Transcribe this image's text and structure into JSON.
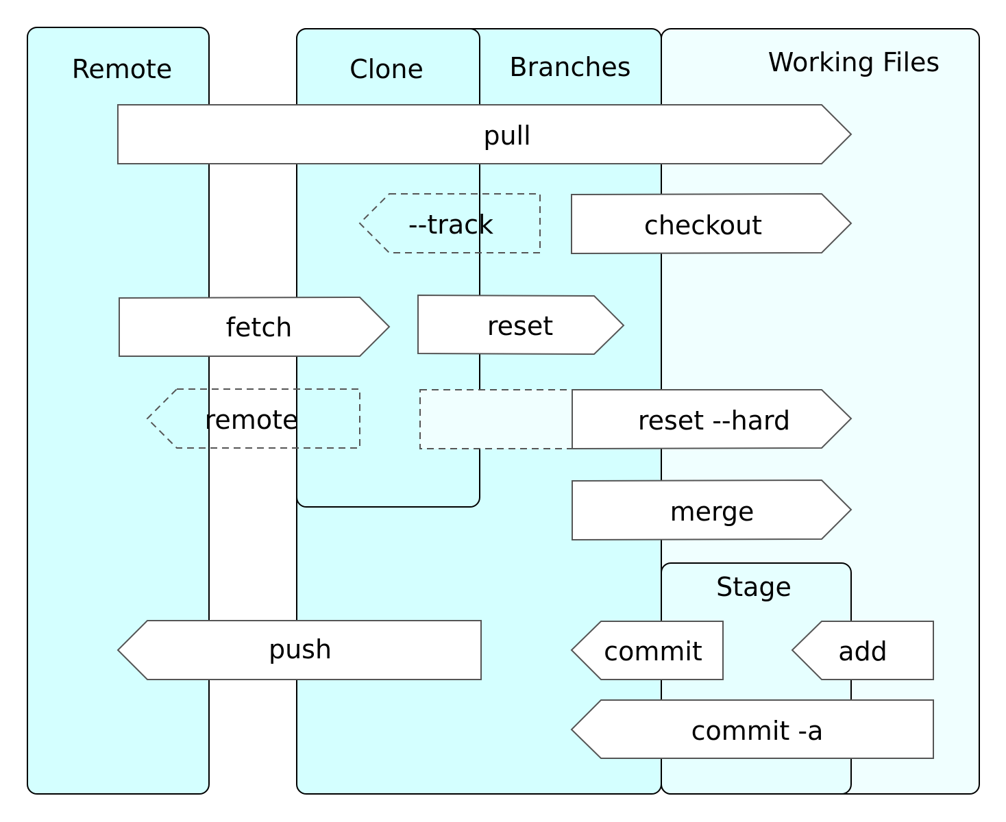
{
  "colors": {
    "lane_fill": "#d4ffff",
    "working_fill": "#f0ffff",
    "stage_fill": "#e6ffff",
    "arrow_fill": "#ffffff",
    "arrow_stroke": "#555555"
  },
  "lanes": {
    "remote": "Remote",
    "clone": "Clone",
    "branches": "Branches",
    "working_files": "Working Files",
    "stage": "Stage"
  },
  "commands": {
    "pull": "pull",
    "track": "--track",
    "checkout": "checkout",
    "fetch": "fetch",
    "reset": "reset",
    "remote": "remote",
    "reset_hard": "reset --hard",
    "merge": "merge",
    "push": "push",
    "commit": "commit",
    "add": "add",
    "commit_a": "commit -a"
  }
}
